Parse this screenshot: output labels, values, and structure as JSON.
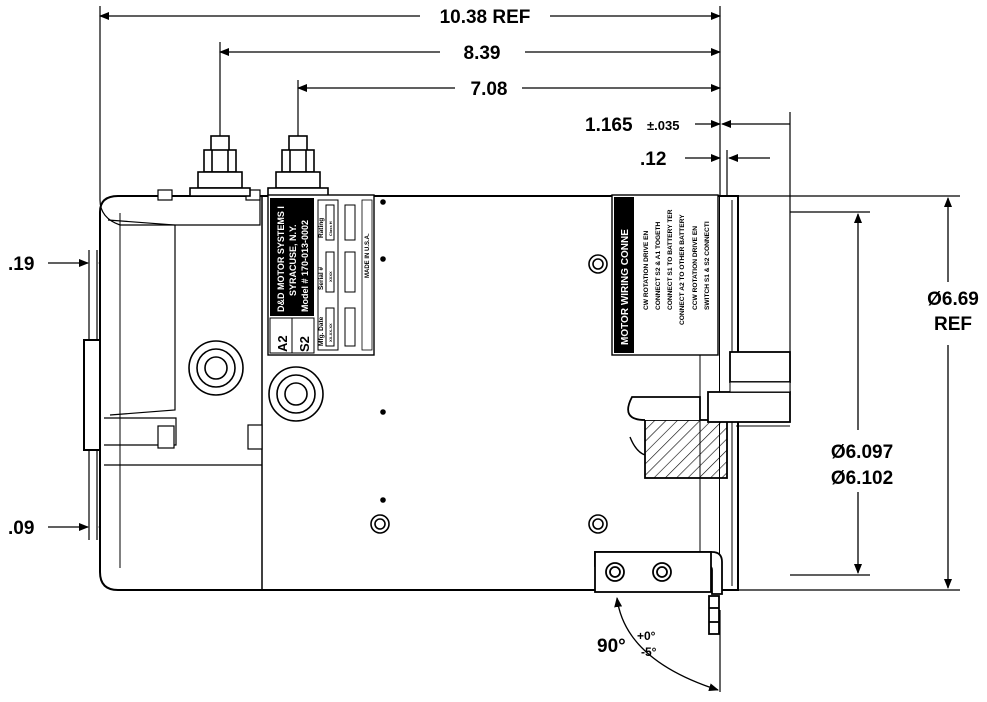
{
  "dimensions": {
    "overall_length": "10.38 REF",
    "terminal_a2": "8.39",
    "terminal_s2": "7.08",
    "shaft_ext_main": "1.165",
    "shaft_ext_tol": "±.035",
    "flange_gap": ".12",
    "left_top": ".19",
    "left_bottom": ".09",
    "dia_ref_1": "Ø6.69",
    "dia_ref_2": "REF",
    "pilot_1": "Ø6.097",
    "pilot_2": "Ø6.102",
    "angle_main": "90°",
    "angle_plus": "+0°",
    "angle_minus": "-5°"
  },
  "nameplate": {
    "company": "D&D MOTOR SYSTEMS I",
    "city": "SYRACUSE, N.Y.",
    "model": "Model # 170-013-0002",
    "term_a2": "A2",
    "term_s2": "S2",
    "rating": "Rating",
    "rating_val": "Class H",
    "serial": "Serial #",
    "serial_val": "XXXX",
    "mfg": "Mfg. Date",
    "mfg_val": "XX-XX-XX",
    "made_in": "MADE IN U.S.A."
  },
  "wiring_label": {
    "title": "MOTOR WIRING CONNE",
    "line1": "CW ROTATION DRIVE EN",
    "line2": "CONNECT S2 & A1 TOGETH",
    "line3": "CONNECT S1 TO BATTERY TER",
    "line4": "CONNECT A2 TO OTHER BATTERY",
    "line5": "CCW ROTATION DRIVE EN",
    "line6": "SWITCH S1 & S2 CONNECTI"
  }
}
